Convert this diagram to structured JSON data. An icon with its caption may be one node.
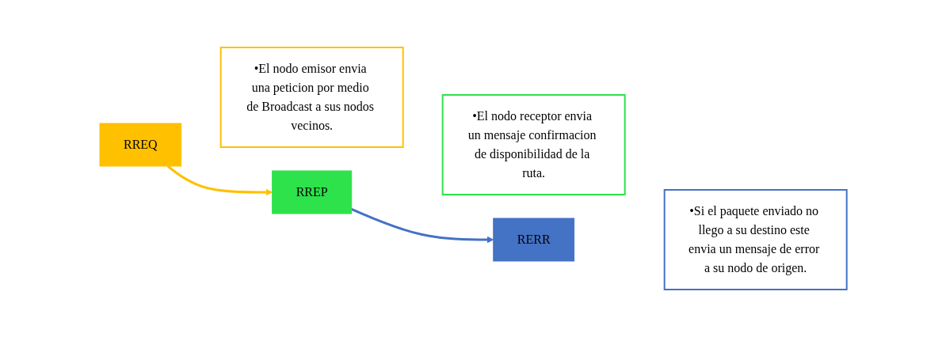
{
  "diagram": {
    "nodes": [
      {
        "text": [
          "RREQ"
        ]
      },
      {
        "text": [
          "•El nodo emisor envia una peticion por medio de Broadcast a sus nodos vecinos."
        ]
      },
      {
        "text": [
          "RREP"
        ]
      },
      {
        "text": [
          "•El nodo receptor envia un mensaje confirmacion de disponibilidad de la ruta."
        ]
      },
      {
        "text": [
          "RERR"
        ]
      },
      {
        "text": [
          "•Si el paquete enviado no llego a su destino este envia un mensaje de error a su nodo de origen."
        ]
      }
    ],
    "edges": [
      {
        "from": 0,
        "to": 2,
        "arrow": "to",
        "color": "#ffc000"
      },
      {
        "from": 2,
        "to": 4,
        "arrow": "to",
        "color": "#4472c4"
      }
    ]
  }
}
